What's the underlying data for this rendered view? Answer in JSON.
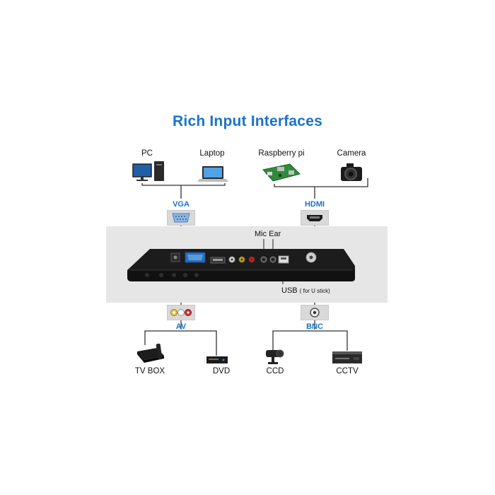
{
  "title": "Rich Input Interfaces",
  "top_devices": {
    "pc": "PC",
    "laptop": "Laptop",
    "raspberry": "Raspberry pi",
    "camera": "Camera"
  },
  "interfaces": {
    "vga": "VGA",
    "hdmi": "HDMI",
    "av": "AV",
    "bnc": "BNC"
  },
  "callouts": {
    "mic_ear": "Mic Ear",
    "usb": "USB",
    "usb_note": "( for U stick)"
  },
  "bottom_devices": {
    "tvbox": "TV BOX",
    "dvd": "DVD",
    "ccd": "CCD",
    "cctv": "CCTV"
  },
  "colors": {
    "accent": "#1a73c9",
    "band": "#e6e6e6",
    "monitor": "#1c1c1c"
  }
}
